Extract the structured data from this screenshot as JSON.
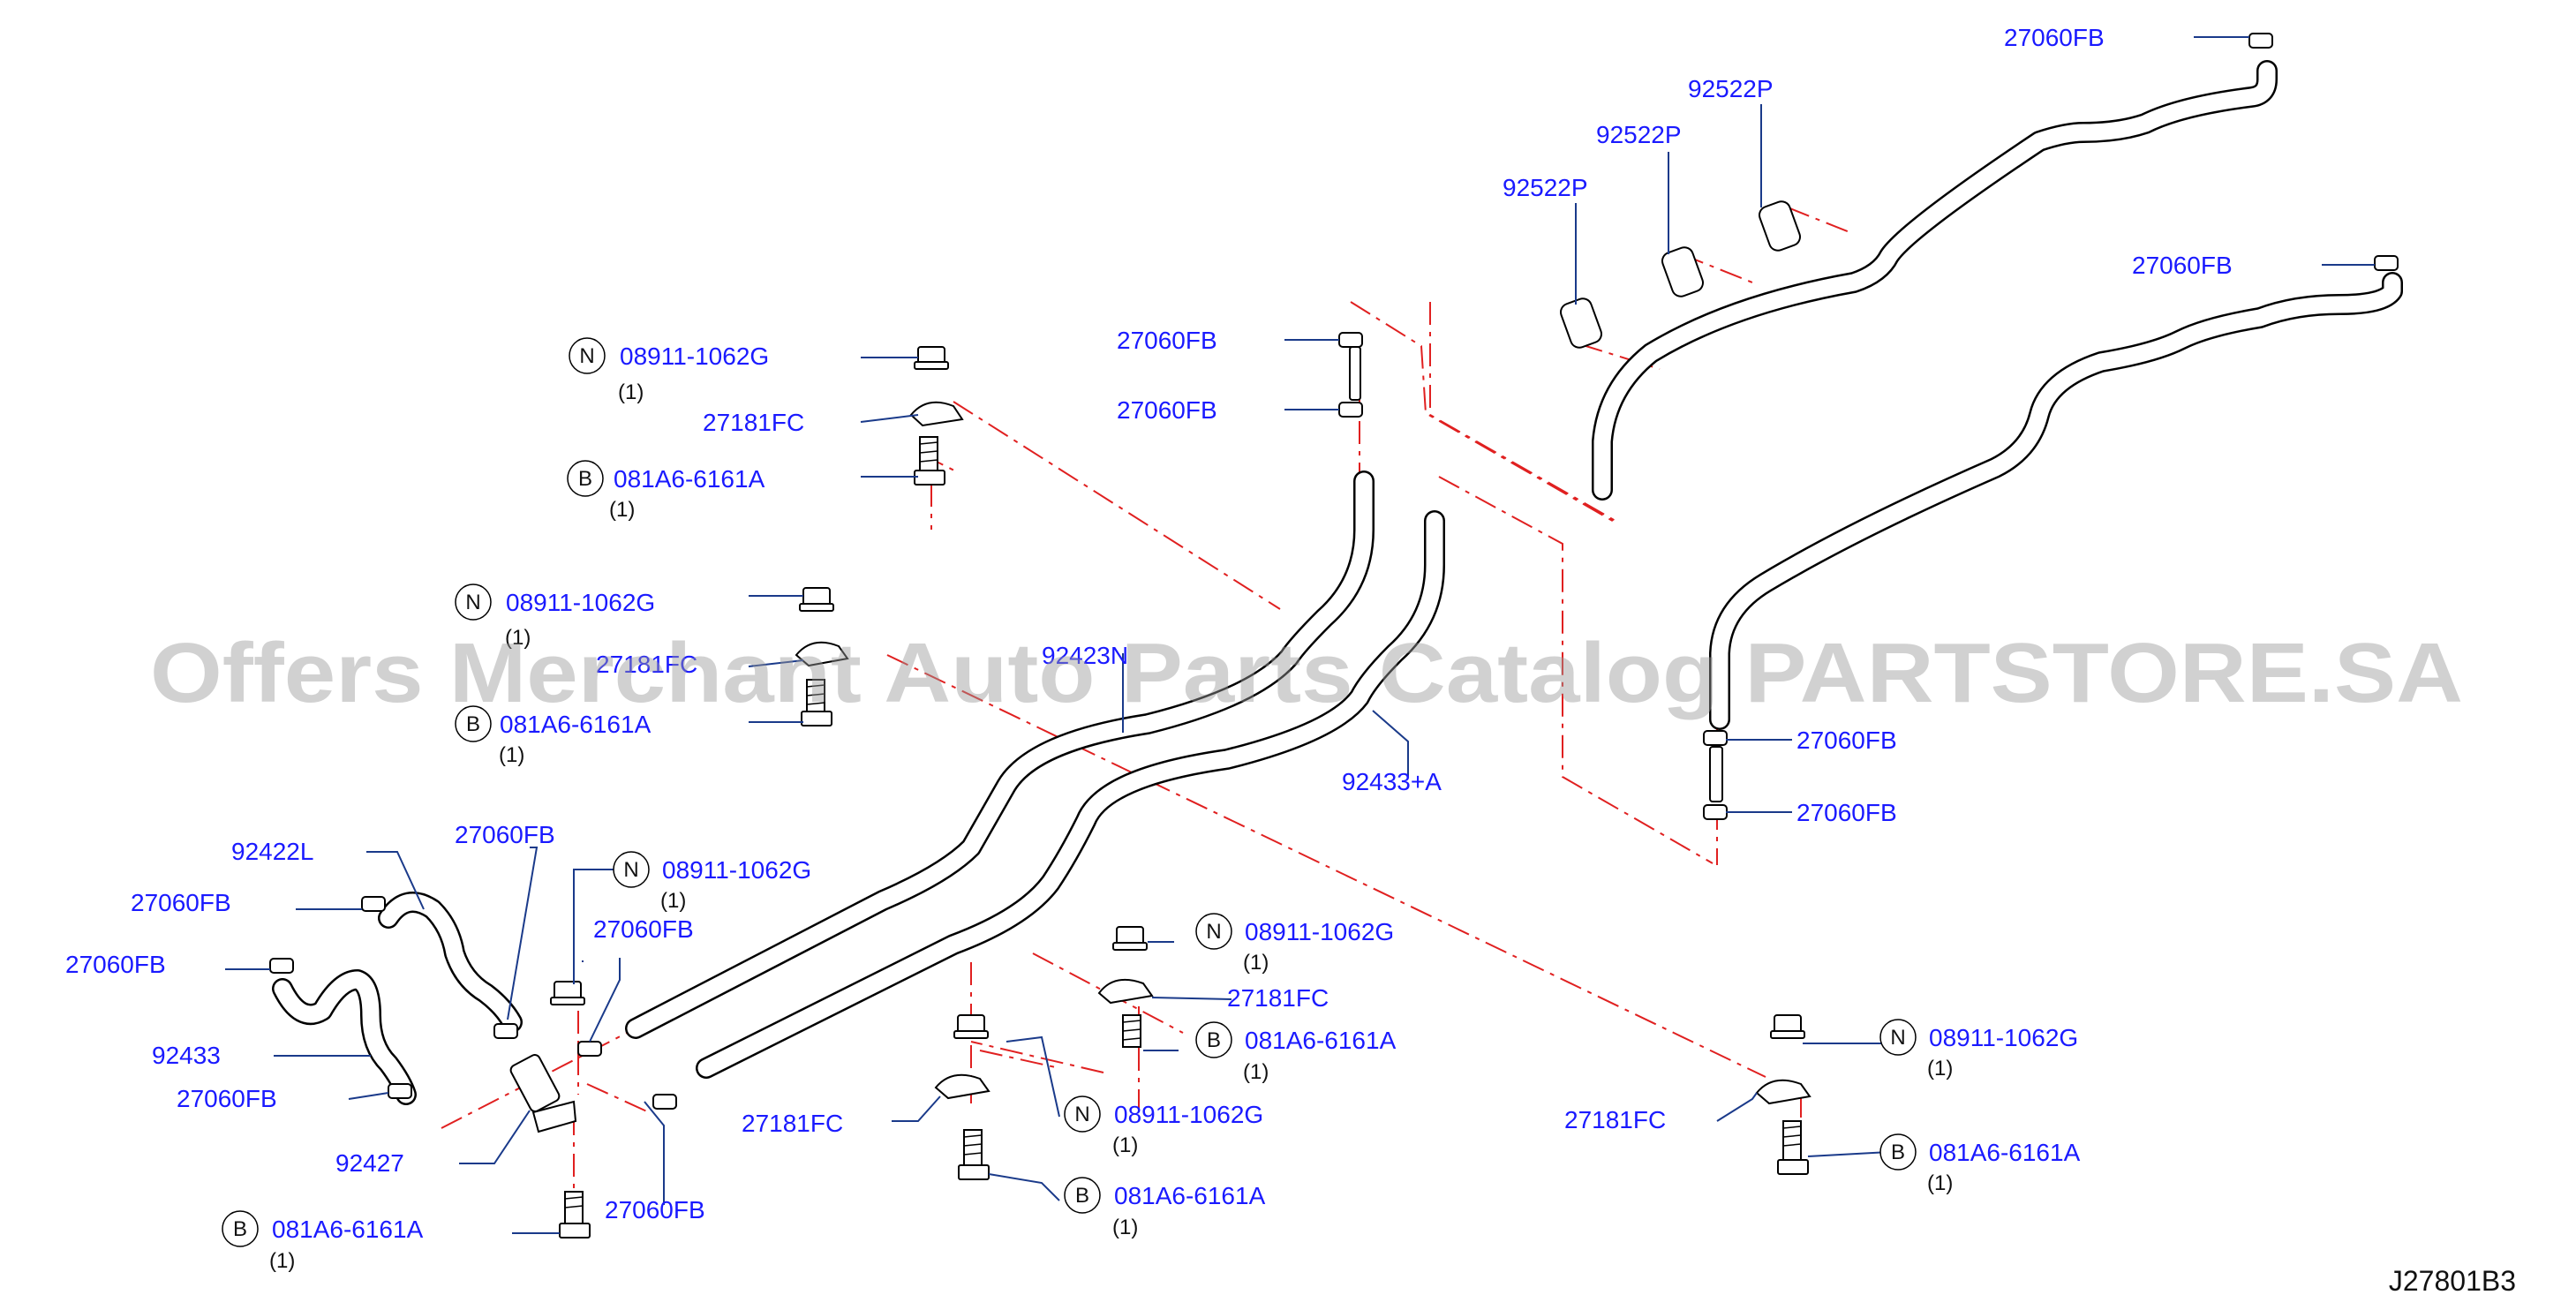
{
  "diagram": {
    "code": "J27801B3",
    "watermark": "Offers Merchant Auto Parts Catalog PARTSTORE.SA",
    "colors": {
      "label": "#1a1aff",
      "leader": "#1a3a8a",
      "centerline": "#e02020",
      "watermark": "#9a9a9a"
    },
    "callouts": [
      {
        "part": "27060FB"
      },
      {
        "part": "27060FB"
      },
      {
        "part": "92522P"
      },
      {
        "part": "92522P"
      },
      {
        "part": "92522P"
      },
      {
        "part": "08911-1062G",
        "prefix": "N",
        "qty": "(1)"
      },
      {
        "part": "27060FB"
      },
      {
        "part": "27181FC"
      },
      {
        "part": "27060FB"
      },
      {
        "part": "081A6-6161A",
        "prefix": "B",
        "qty": "(1)"
      },
      {
        "part": "08911-1062G",
        "prefix": "N",
        "qty": "(1)"
      },
      {
        "part": "27181FC"
      },
      {
        "part": "92423N"
      },
      {
        "part": "081A6-6161A",
        "prefix": "B",
        "qty": "(1)"
      },
      {
        "part": "92433+A"
      },
      {
        "part": "27060FB"
      },
      {
        "part": "27060FB"
      },
      {
        "part": "27060FB"
      },
      {
        "part": "92422L"
      },
      {
        "part": "08911-1062G",
        "prefix": "N",
        "qty": "(1)"
      },
      {
        "part": "27060FB"
      },
      {
        "part": "27060FB"
      },
      {
        "part": "27060FB"
      },
      {
        "part": "08911-1062G",
        "prefix": "N",
        "qty": "(1)"
      },
      {
        "part": "27181FC"
      },
      {
        "part": "081A6-6161A",
        "prefix": "B",
        "qty": "(1)"
      },
      {
        "part": "92433"
      },
      {
        "part": "08911-1062G",
        "prefix": "N",
        "qty": "(1)"
      },
      {
        "part": "27060FB"
      },
      {
        "part": "27181FC"
      },
      {
        "part": "08911-1062G",
        "prefix": "N",
        "qty": "(1)"
      },
      {
        "part": "27181FC"
      },
      {
        "part": "92427"
      },
      {
        "part": "081A6-6161A",
        "prefix": "B",
        "qty": "(1)"
      },
      {
        "part": "081A6-6161A",
        "prefix": "B",
        "qty": "(1)"
      },
      {
        "part": "27060FB"
      },
      {
        "part": "081A6-6161A",
        "prefix": "B",
        "qty": "(1)"
      }
    ]
  }
}
